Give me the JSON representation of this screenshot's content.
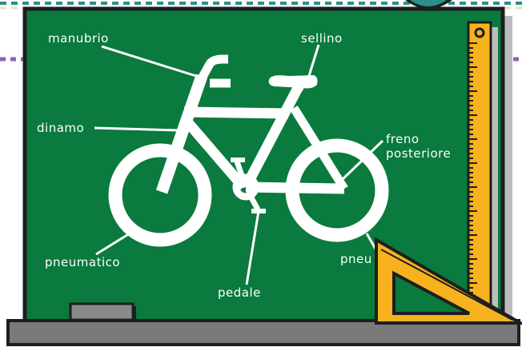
{
  "labels": {
    "manubrio": "manubrio",
    "sellino": "sellino",
    "dinamo": "dinamo",
    "freno_line1": "freno",
    "freno_line2": "posteriore",
    "pneumatico_left": "pneumatico",
    "pneumatico_right": "pneu",
    "pedale": "pedale"
  },
  "colors": {
    "board": "#0a7a3e",
    "frame": "#1e1e1e",
    "ruler": "#f7b21e",
    "tray": "#7a7a7a",
    "chalk": "#ffffff",
    "dashes_top": "#2b8f8a",
    "dashes_side": "#8e5fb3"
  }
}
